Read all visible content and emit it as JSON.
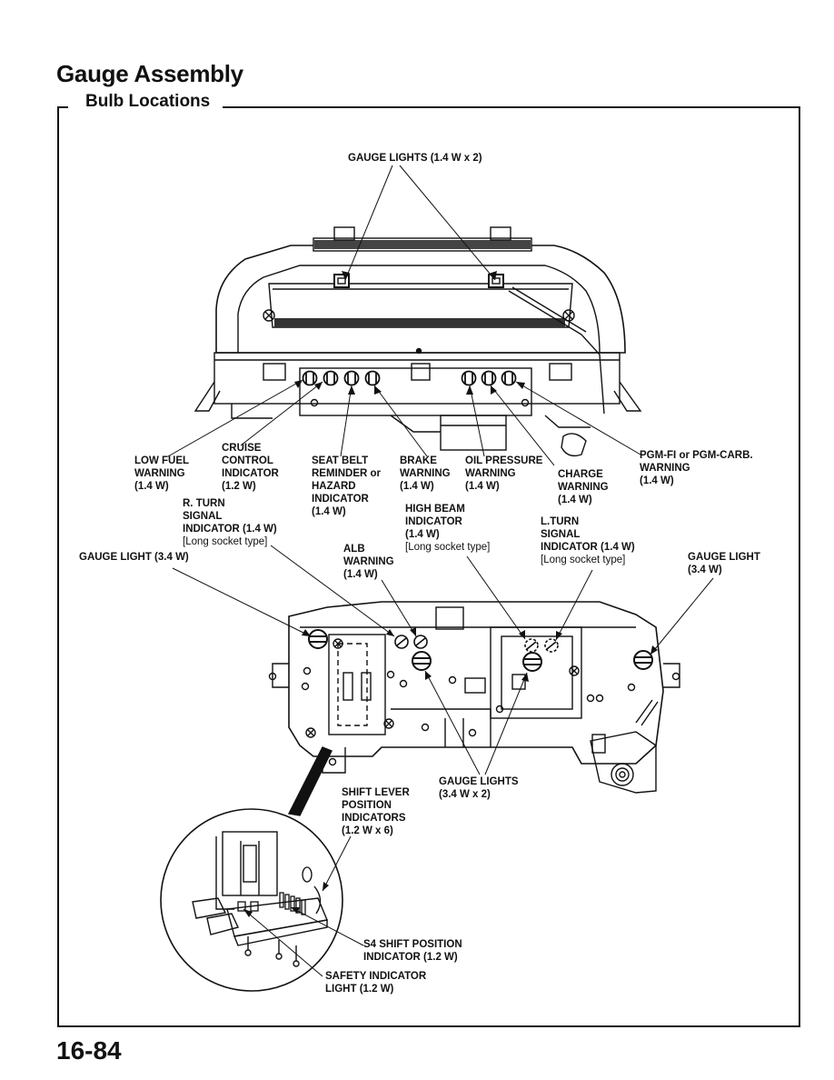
{
  "page": {
    "title": "Gauge Assembly",
    "section": "Bulb Locations",
    "page_number": "16-84"
  },
  "labels": {
    "gauge_lights_top": "GAUGE LIGHTS (1.4 W x 2)",
    "low_fuel": "LOW FUEL\nWARNING\n(1.4 W)",
    "cruise": "CRUISE\nCONTROL\nINDICATOR\n(1.2 W)",
    "seat_belt": "SEAT BELT\nREMINDER or\nHAZARD\nINDICATOR\n(1.4 W)",
    "brake": "BRAKE\nWARNING\n(1.4 W)",
    "oil_pressure": "OIL PRESSURE\nWARNING\n(1.4 W)",
    "charge": "CHARGE\nWARNING\n(1.4 W)",
    "pgm_fi": "PGM-FI or PGM-CARB.\nWARNING\n(1.4 W)",
    "r_turn": "R. TURN\nSIGNAL\nINDICATOR (1.4 W)",
    "r_turn_socket": "[Long socket type]",
    "high_beam": "HIGH BEAM\nINDICATOR\n(1.4 W)",
    "high_beam_socket": "[Long socket type]",
    "l_turn": "L.TURN\nSIGNAL\nINDICATOR (1.4 W)",
    "l_turn_socket": "[Long socket type]",
    "gauge_light_left": "GAUGE LIGHT (3.4 W)",
    "alb": "ALB\nWARNING\n(1.4 W)",
    "gauge_light_right": "GAUGE LIGHT\n(3.4 W)",
    "gauge_lights_bottom": "GAUGE LIGHTS\n(3.4 W x 2)",
    "shift_lever": "SHIFT LEVER\nPOSITION\nINDICATORS\n(1.2 W x 6)",
    "s4_shift": "S4 SHIFT POSITION\nINDICATOR (1.2 W)",
    "safety": "SAFETY INDICATOR\nLIGHT (1.2 W)"
  }
}
